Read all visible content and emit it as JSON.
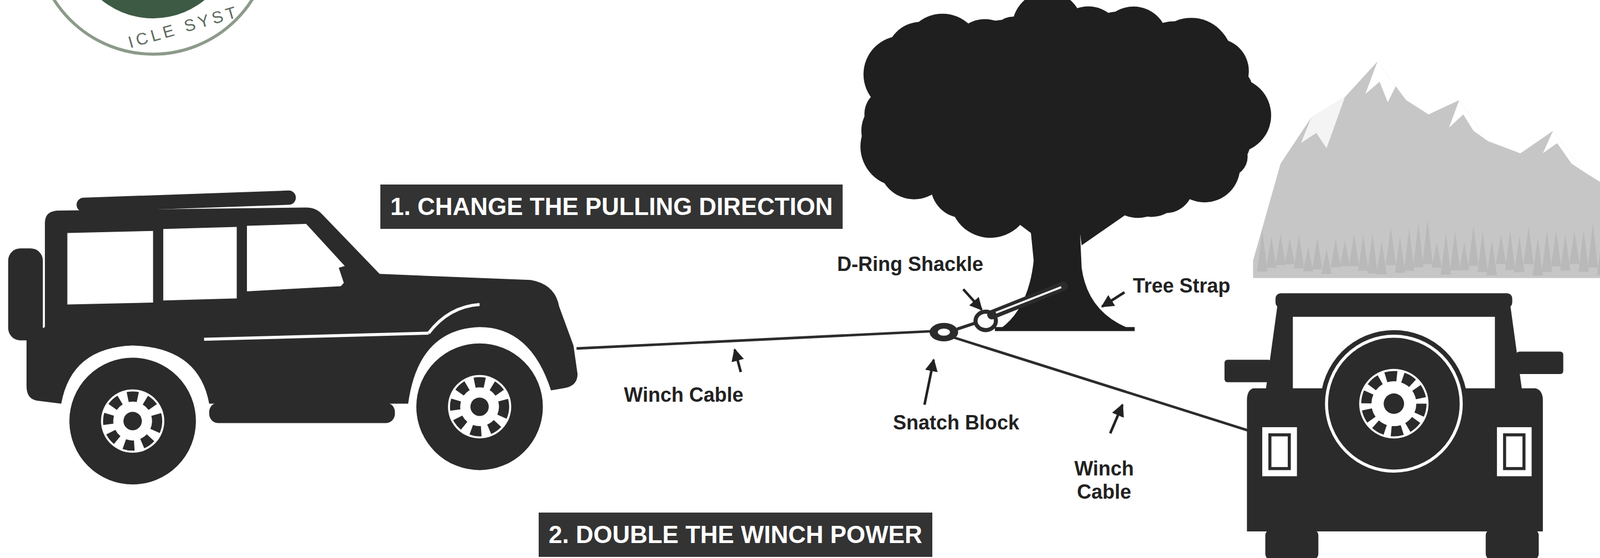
{
  "diagram": {
    "nodes": [
      {
        "text": [
          "1. CHANGE THE PULLING DIRECTION"
        ]
      },
      {
        "text": [
          "2. DOUBLE THE WINCH POWER"
        ]
      }
    ],
    "labels": [
      "ICLE SYST",
      "D-Ring Shackle",
      "Tree Strap",
      "Winch Cable",
      "Snatch Block",
      "Winch Cable"
    ]
  }
}
